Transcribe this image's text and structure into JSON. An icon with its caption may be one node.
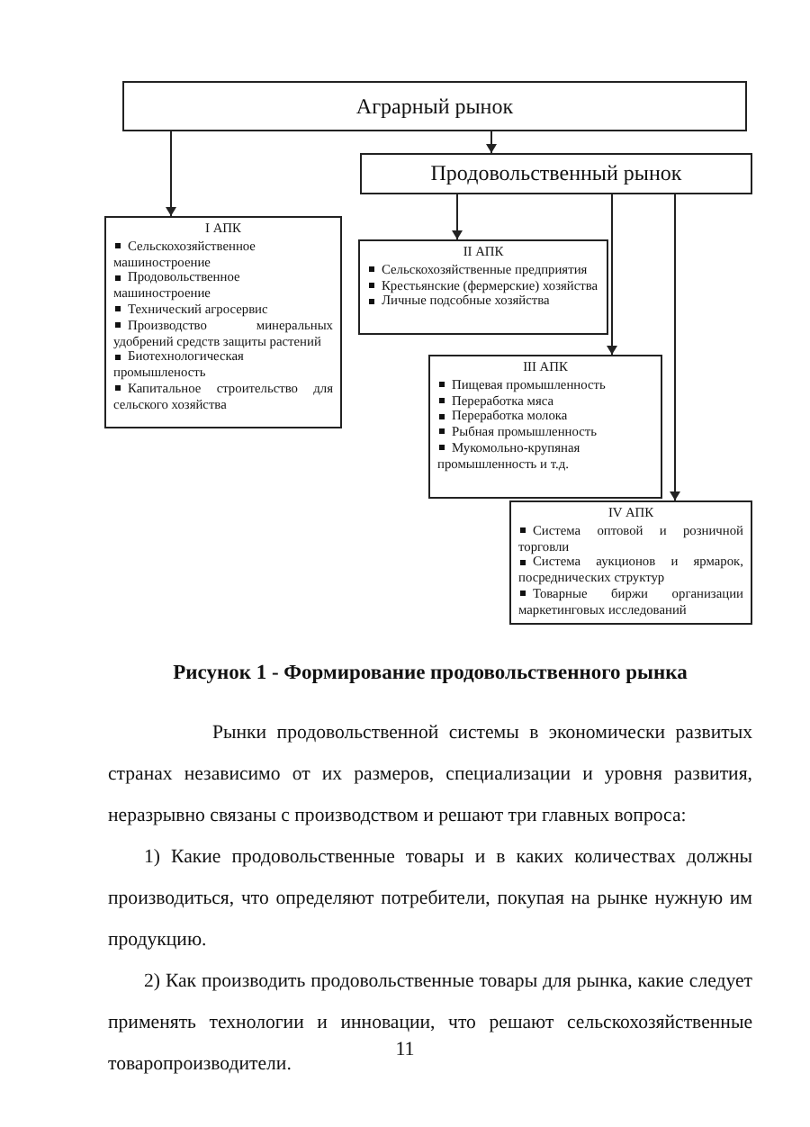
{
  "diagram": {
    "caption": "Рисунок 1 - Формирование продовольственного рынка",
    "nodes": [
      {
        "text": [
          "Аграрный рынок"
        ]
      },
      {
        "text": [
          "Продовольственный рынок"
        ]
      },
      {
        "text": [
          "I АПК",
          "Сельскохозяйственное машиностроение",
          "Продовольственное машиностроение",
          "Технический агросервис",
          "Производство минеральных удобрений средств защиты растений",
          "Биотехнологическая промышленость",
          "Капитальное строительство для сельского хозяйства"
        ]
      },
      {
        "text": [
          "II АПК",
          "Сельскохозяйственные предприятия",
          "Крестьянские (фермерские) хозяйства",
          "Личные подсобные хозяйства"
        ]
      },
      {
        "text": [
          "III АПК",
          "Пищевая промышленность",
          "Переработка мяса",
          "Переработка молока",
          "Рыбная промышленность",
          "Мукомольно-крупяная промышленность и т.д."
        ]
      },
      {
        "text": [
          "IV АПК",
          "Система оптовой и розничной торговли",
          "Система аукционов и ярмарок, посреднических структур",
          "Товарные биржи организации маркетинговых исследований"
        ]
      }
    ],
    "edges": [
      {
        "from": 0,
        "to": 2,
        "arrow": "to"
      },
      {
        "from": 0,
        "to": 1,
        "arrow": "to"
      },
      {
        "from": 1,
        "to": 3,
        "arrow": "to"
      },
      {
        "from": 1,
        "to": 4,
        "arrow": "to"
      },
      {
        "from": 1,
        "to": 5,
        "arrow": "to"
      }
    ],
    "labels": [
      "Рынки продовольственной системы в экономически развитых странах независимо от их размеров, специализации и уровня развития, неразрывно связаны с производством и решают три главных вопроса:",
      "1) Какие продовольственные товары и в каких количествах должны производиться, что определяют потребители, покупая на рынке нужную им продукцию.",
      "2) Как производить продовольственные товары для рынка, какие следует применять технологии и инновации, что решают сельскохозяйственные товаропроизводители.",
      "11"
    ]
  }
}
